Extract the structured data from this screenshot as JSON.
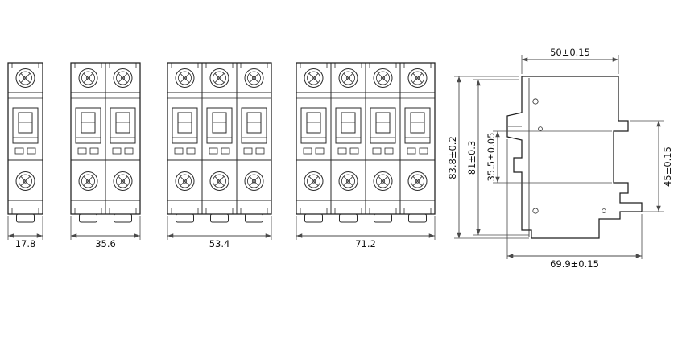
{
  "drawing": {
    "accent_color": "#2a2a2a",
    "background_color": "#ffffff"
  },
  "front_views": {
    "breakers": [
      {
        "poles": 1,
        "width_label": "17.8"
      },
      {
        "poles": 2,
        "width_label": "35.6"
      },
      {
        "poles": 3,
        "width_label": "53.4"
      },
      {
        "poles": 4,
        "width_label": "71.2"
      }
    ]
  },
  "side_view": {
    "dimensions": {
      "top_width": "50±0.15",
      "overall_height": "83.8±0.2",
      "body_height": "81±0.3",
      "rail_span": "35.5±0.05",
      "rail_height": "45±0.15",
      "overall_depth": "69.9±0.15"
    }
  }
}
